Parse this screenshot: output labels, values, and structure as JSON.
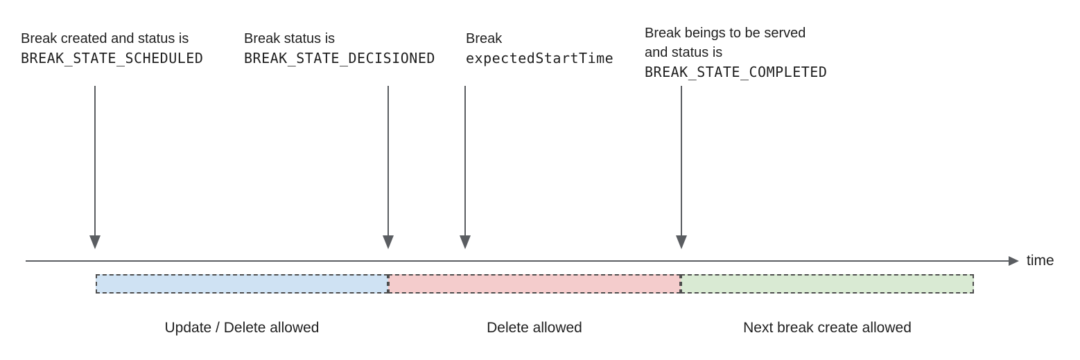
{
  "diagram": {
    "annotations": [
      {
        "line1": "Break created and status is",
        "code": "BREAK_STATE_SCHEDULED"
      },
      {
        "line1": "Break status is",
        "code": "BREAK_STATE_DECISIONED"
      },
      {
        "line1": "Break",
        "code": "expectedStartTime"
      },
      {
        "line1": "Break beings to be served",
        "line2": "and status is",
        "code": "BREAK_STATE_COMPLETED"
      }
    ],
    "timeline": {
      "axis_label": "time"
    },
    "segments": [
      {
        "label": "Update / Delete allowed",
        "fill": "#cfe2f3"
      },
      {
        "label": "Delete allowed",
        "fill": "#f4cccc"
      },
      {
        "label": "Next break create allowed",
        "fill": "#d9ead3"
      }
    ],
    "colors": {
      "arrow_line": "#5a5d61",
      "dashed_border": "#4d4d4d",
      "text": "#1f1f1f"
    }
  }
}
